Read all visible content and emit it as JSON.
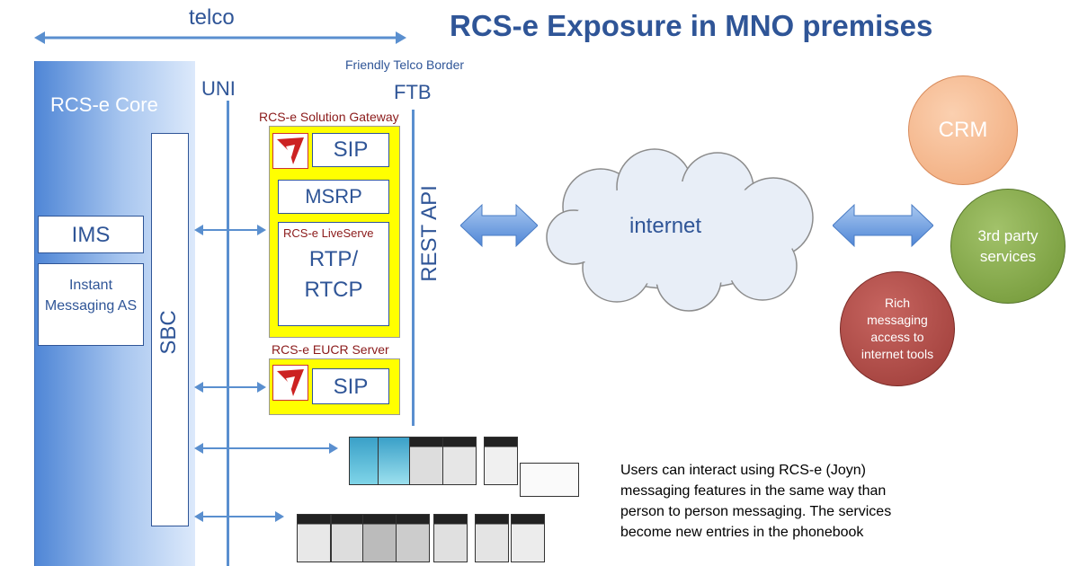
{
  "title": "RCS-e Exposure in MNO premises",
  "labels": {
    "telco": "telco",
    "friendly_telco_border": "Friendly Telco Border",
    "ftb": "FTB",
    "uni": "UNI",
    "rcs_core": "RCS-e Core",
    "sbc": "SBC",
    "ims": "IMS",
    "instant_messaging_as": "Instant Messaging AS",
    "solution_gateway": "RCS-e Solution Gateway",
    "sip": "SIP",
    "msrp": "MSRP",
    "liveserve": "RCS-e LiveServe",
    "rtp_rtcp": "RTP/ RTCP",
    "eucr_server": "RCS-e EUCR Server",
    "rest_api": "REST API",
    "internet": "internet",
    "crm": "CRM",
    "third_party": "3rd party services",
    "rich_messaging": "Rich messaging access to internet tools"
  },
  "note": "Users can interact using RCS-e (Joyn) messaging features in the same way than person to person messaging. The services become new entries in the phonebook",
  "colors": {
    "title": "#2f5597",
    "gateway_fill": "#ffff00",
    "crm": "#f0a878",
    "third_party": "#7fa33e",
    "rich_messaging": "#a8433e",
    "arrow": "#6a9ee0"
  },
  "icons": [
    "gateway-logo-icon",
    "double-arrow-icon",
    "cloud-icon",
    "phone-screenshot-icon"
  ]
}
